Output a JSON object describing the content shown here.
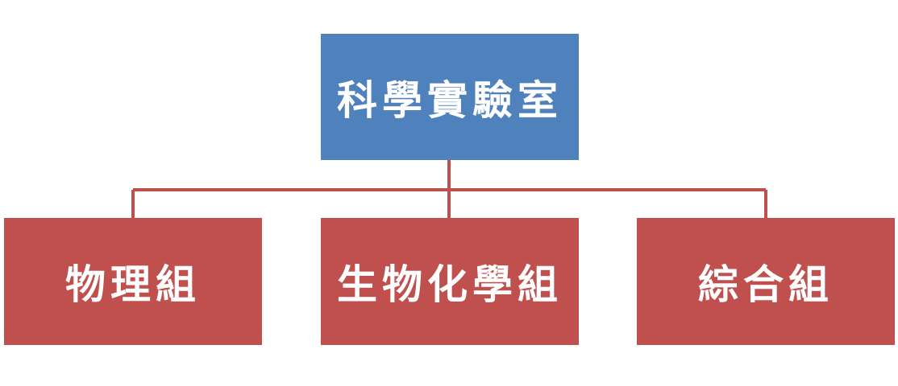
{
  "root": {
    "label": "科學實驗室",
    "color": "#4F81BD"
  },
  "children": [
    {
      "label": "物理組",
      "color": "#C0504D"
    },
    {
      "label": "生物化學組",
      "color": "#C0504D"
    },
    {
      "label": "綜合組",
      "color": "#C0504D"
    }
  ],
  "connector_color": "#C0504D"
}
